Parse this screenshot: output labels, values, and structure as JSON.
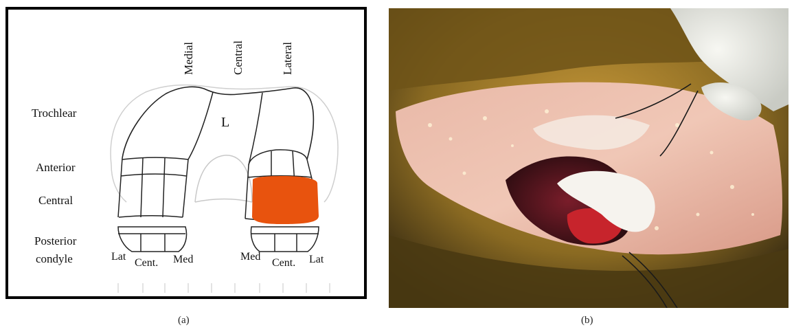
{
  "panel_a": {
    "column_labels": [
      "Medial",
      "Central",
      "Lateral"
    ],
    "row_labels": [
      "Trochlear",
      "Anterior",
      "Central",
      "Posterior",
      "condyle"
    ],
    "center_label": "L",
    "posterior_left_labels": [
      "Lat",
      "Cent.",
      "Med"
    ],
    "posterior_right_labels": [
      "Med",
      "Cent.",
      "Lat"
    ],
    "highlight_color": "#e8530e",
    "caption": "(a)"
  },
  "panel_b": {
    "caption": "(b)"
  }
}
